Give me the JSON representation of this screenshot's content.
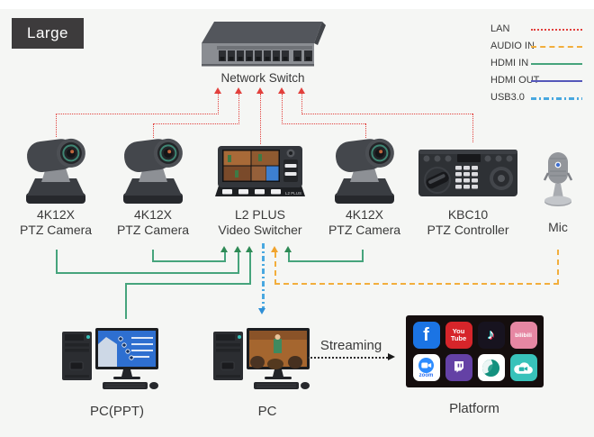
{
  "badge": {
    "label": "Large"
  },
  "legend": {
    "items": [
      {
        "label": "LAN",
        "color": "#e2403c",
        "style": "dotted"
      },
      {
        "label": "AUDIO IN",
        "color": "#f2ae3c",
        "style": "dashed"
      },
      {
        "label": "HDMI IN",
        "color": "#46a47c",
        "style": "solid"
      },
      {
        "label": "HDMI OUT",
        "color": "#5558ba",
        "style": "solid"
      },
      {
        "label": "USB3.0",
        "color": "#49a8e0",
        "style": "dash-dot"
      }
    ]
  },
  "network_switch": {
    "label": "Network Switch"
  },
  "devices": [
    {
      "line1": "4K12X",
      "line2": "PTZ Camera"
    },
    {
      "line1": "4K12X",
      "line2": "PTZ Camera"
    },
    {
      "line1": "L2 PLUS",
      "line2": "Video Switcher"
    },
    {
      "line1": "4K12X",
      "line2": "PTZ Camera"
    },
    {
      "line1": "KBC10",
      "line2": "PTZ Controller"
    },
    {
      "line1": "Mic",
      "line2": ""
    }
  ],
  "switcher_brand": "L2 PLUS",
  "bottom": {
    "pc_ppt_label": "PC(PPT)",
    "pc_label": "PC",
    "platform_label": "Platform",
    "streaming_label": "Streaming"
  },
  "platform_icons": {
    "names": [
      "facebook",
      "youtube",
      "tiktok",
      "bilibili",
      "zoom",
      "twitch",
      "meeting",
      "cloud-video"
    ],
    "facebook_text": "f",
    "youtube_line1": "You",
    "youtube_line2": "Tube",
    "tiktok_glyph": "♪",
    "bilibili_text": "bilibili",
    "zoom_text": "zoom"
  }
}
